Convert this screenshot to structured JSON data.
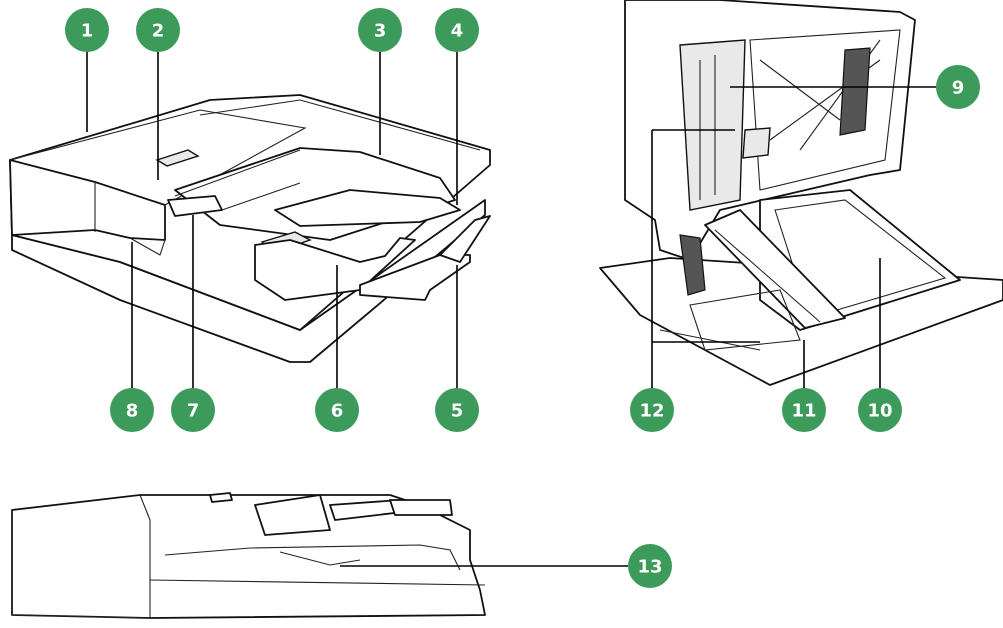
{
  "colors": {
    "badge": "#3c9a5a",
    "line": "#000000"
  },
  "callouts": {
    "c1": "1",
    "c2": "2",
    "c3": "3",
    "c4": "4",
    "c5": "5",
    "c6": "6",
    "c7": "7",
    "c8": "8",
    "c9": "9",
    "c10": "10",
    "c11": "11",
    "c12": "12",
    "c13": "13"
  }
}
